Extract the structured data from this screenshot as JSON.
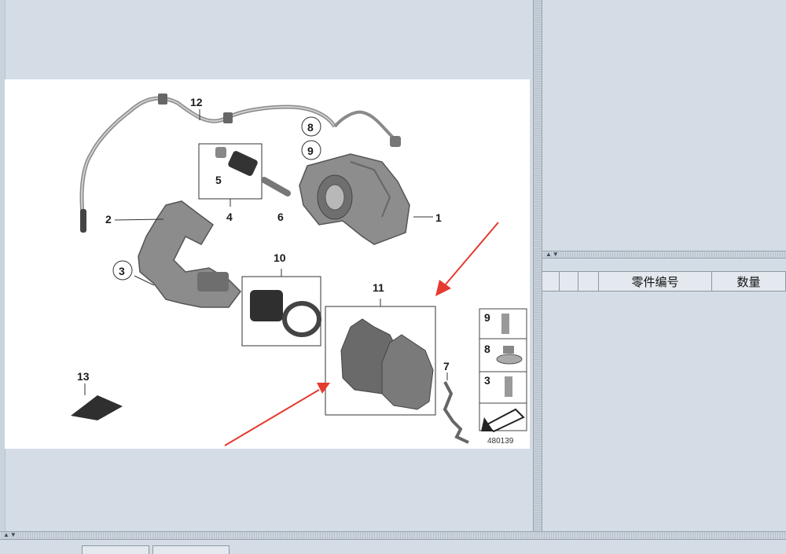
{
  "diagram": {
    "callouts": {
      "c1": "1",
      "c2": "2",
      "c3": "3",
      "c4": "4",
      "c5": "5",
      "c6": "6",
      "c7": "7",
      "c8": "8",
      "c9": "9",
      "c10": "10",
      "c11": "11",
      "c12": "12",
      "c13": "13"
    },
    "legend": {
      "l9": "9",
      "l8": "8",
      "l3": "3"
    },
    "image_number": "480139",
    "annotation_color": "#e53a2f"
  },
  "parts_table": {
    "columns": [
      "",
      "",
      "",
      "零件编号",
      "数量"
    ]
  }
}
